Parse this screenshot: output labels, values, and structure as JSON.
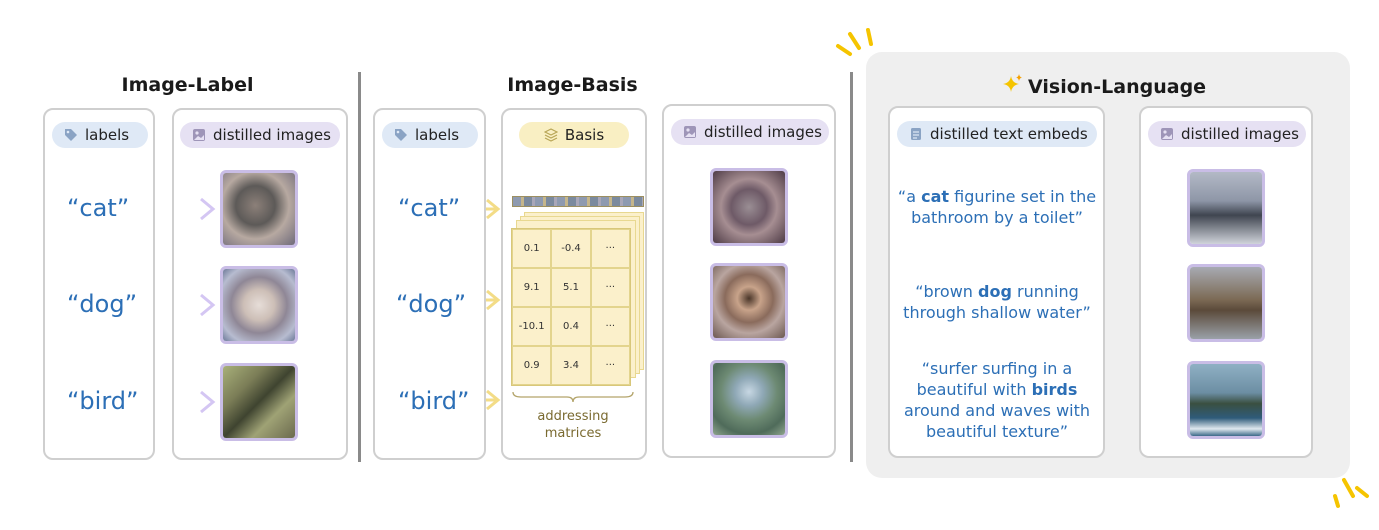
{
  "sections": {
    "image_label": {
      "title": "Image-Label",
      "labels_pill": "labels",
      "images_pill": "distilled images",
      "words": [
        "“cat”",
        "“dog”",
        "“bird”"
      ]
    },
    "image_basis": {
      "title": "Image-Basis",
      "labels_pill": "labels",
      "basis_pill": "Basis",
      "images_pill": "distilled images",
      "words": [
        "“cat”",
        "“dog”",
        "“bird”"
      ],
      "matrix_values": [
        "0.1",
        "-0.4",
        "···",
        "9.1",
        "5.1",
        "···",
        "-10.1",
        "0.4",
        "···",
        "0.9",
        "3.4",
        "···"
      ],
      "matrix_label_line1": "addressing",
      "matrix_label_line2": "matrices"
    },
    "vision_language": {
      "title": "Vision-Language",
      "text_pill": "distilled text embeds",
      "images_pill": "distilled images",
      "captions": [
        {
          "pre": "“a ",
          "bold": "cat",
          "post": " figurine set in the bathroom by a toilet”"
        },
        {
          "pre": "“brown ",
          "bold": "dog",
          "post": " running through shallow water”"
        },
        {
          "pre": "“surfer surfing in a beautiful with ",
          "bold": "birds",
          "post": " around and waves with beautiful texture”"
        }
      ]
    }
  },
  "colors": {
    "word_blue": "#2c6fb6",
    "arrow_purple": "#cdbff0",
    "arrow_blue": "#bcd3f1",
    "arrow_yellow": "#f3dc86",
    "sparkle_yellow": "#f5c400"
  },
  "icons": [
    "tag-icon",
    "image-icon",
    "layers-icon",
    "document-icon",
    "sparkle-icon"
  ]
}
